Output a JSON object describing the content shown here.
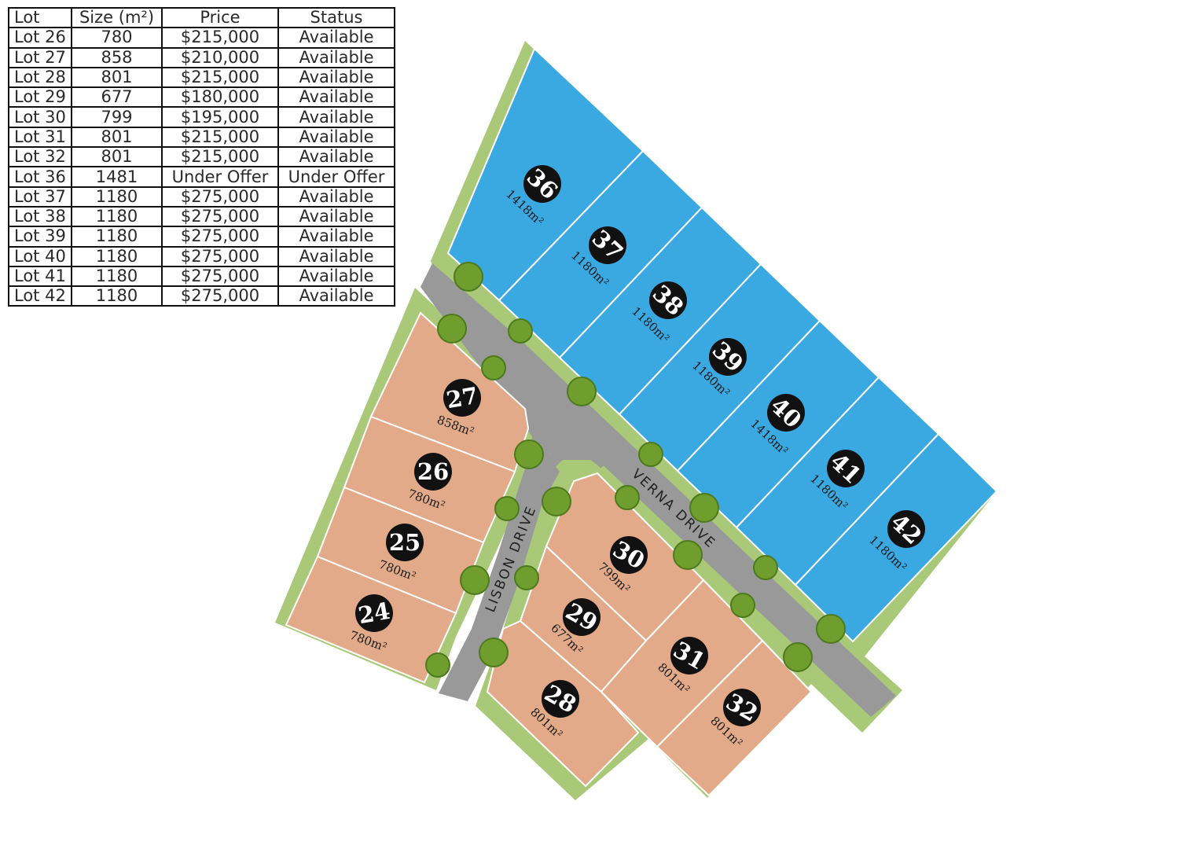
{
  "table": {
    "headers": [
      "Lot",
      "Size (m²)",
      "Price",
      "Status"
    ],
    "rows": [
      [
        "Lot 26",
        "780",
        "$215,000",
        "Available"
      ],
      [
        "Lot 27",
        "858",
        "$210,000",
        "Available"
      ],
      [
        "Lot 28",
        "801",
        "$215,000",
        "Available"
      ],
      [
        "Lot 29",
        "677",
        "$180,000",
        "Available"
      ],
      [
        "Lot 30",
        "799",
        "$195,000",
        "Available"
      ],
      [
        "Lot 31",
        "801",
        "$215,000",
        "Available"
      ],
      [
        "Lot 32",
        "801",
        "$215,000",
        "Available"
      ],
      [
        "Lot 36",
        "1481",
        "Under Offer",
        "Under Offer"
      ],
      [
        "Lot 37",
        "1180",
        "$275,000",
        "Available"
      ],
      [
        "Lot 38",
        "1180",
        "$275,000",
        "Available"
      ],
      [
        "Lot 39",
        "1180",
        "$275,000",
        "Available"
      ],
      [
        "Lot 40",
        "1180",
        "$275,000",
        "Available"
      ],
      [
        "Lot 41",
        "1180",
        "$275,000",
        "Available"
      ],
      [
        "Lot 42",
        "1180",
        "$275,000",
        "Available"
      ]
    ]
  },
  "map": {
    "streets": {
      "verna": "VERNA DRIVE",
      "lisbon": "LISBON DRIVE"
    },
    "colors": {
      "blue_lots": "#3aa8e1",
      "orange_lots": "#e2aa88",
      "verge": "#a9c978",
      "road": "#999999",
      "badge": "#111111"
    },
    "lots": [
      {
        "num": "36",
        "size": "1418m²"
      },
      {
        "num": "37",
        "size": "1180m²"
      },
      {
        "num": "38",
        "size": "1180m²"
      },
      {
        "num": "39",
        "size": "1180m²"
      },
      {
        "num": "40",
        "size": "1418m²"
      },
      {
        "num": "41",
        "size": "1180m²"
      },
      {
        "num": "42",
        "size": "1180m²"
      },
      {
        "num": "27",
        "size": "858m²"
      },
      {
        "num": "26",
        "size": "780m²"
      },
      {
        "num": "25",
        "size": "780m²"
      },
      {
        "num": "24",
        "size": "780m²"
      },
      {
        "num": "30",
        "size": "799m²"
      },
      {
        "num": "29",
        "size": "677m²"
      },
      {
        "num": "31",
        "size": "801m²"
      },
      {
        "num": "28",
        "size": "801m²"
      },
      {
        "num": "32",
        "size": "801m²"
      }
    ]
  }
}
